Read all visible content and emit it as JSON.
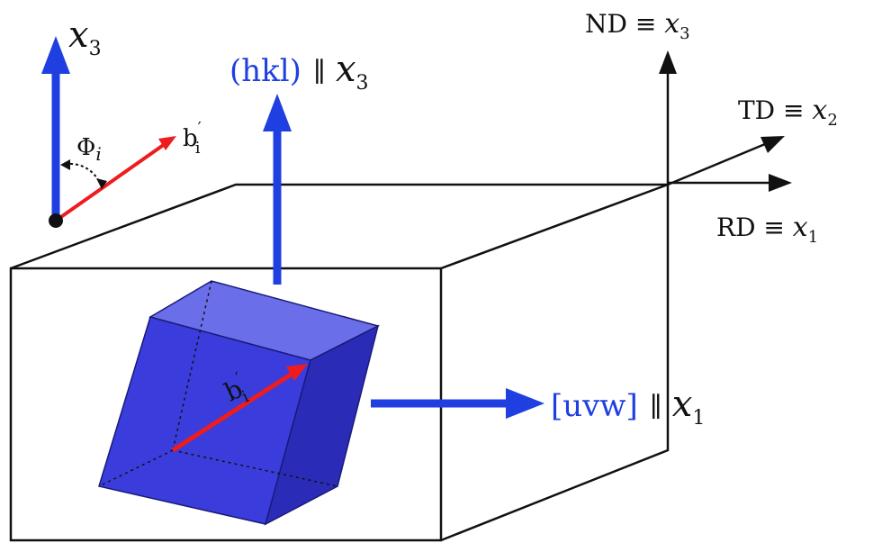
{
  "labels": {
    "local_x3_var": "x",
    "local_x3_sub": "3",
    "phi_var": "Φ",
    "phi_sub": "i",
    "b_top_var": "b",
    "b_top_prime": "′",
    "b_top_sub": "i",
    "hkl_text": "(hkl)",
    "hkl_parallel": "∥",
    "hkl_var": "x",
    "hkl_sub": "3",
    "uvw_text": "[uvw]",
    "uvw_parallel": "∥",
    "uvw_var": "x",
    "uvw_sub": "1",
    "b_cube_var": "b",
    "b_cube_prime": "′",
    "b_cube_sub": "i",
    "nd_text": "ND ≡ ",
    "nd_var": "x",
    "nd_sub": "3",
    "td_text": "TD ≡ ",
    "td_var": "x",
    "td_sub": "2",
    "rd_text": "RD ≡ ",
    "rd_var": "x",
    "rd_sub": "1"
  },
  "colors": {
    "blue": "#1f3fe0",
    "red": "#ee1c1c",
    "crystal_front": "#3a3ddb",
    "crystal_top": "#6a6ee8",
    "crystal_side": "#2a2cb8",
    "black": "#111111"
  }
}
